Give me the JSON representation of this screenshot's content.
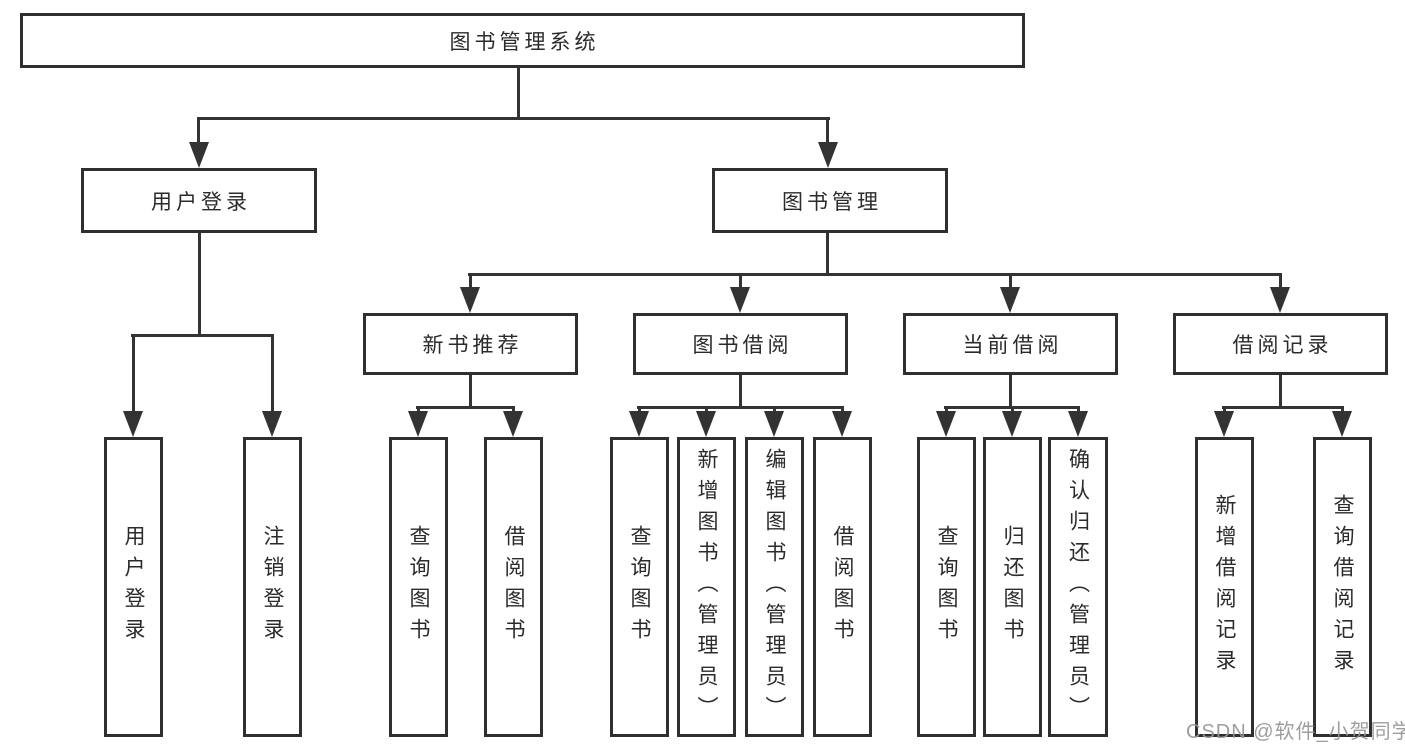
{
  "diagram": {
    "title_node": "图书管理系统",
    "nodes": {
      "root": "图书管理系统",
      "user_login": "用户登录",
      "book_mgmt": "图书管理",
      "new_book_recommend": "新书推荐",
      "book_borrow": "图书借阅",
      "current_borrow": "当前借阅",
      "borrow_record": "借阅记录"
    },
    "leaves": {
      "login": "用户登录",
      "logout": "注销登录",
      "rec_query_book": "查询图书",
      "rec_borrow_book": "借阅图书",
      "bb_query_book": "查询图书",
      "bb_add_book_admin": "新增图书（管理员）",
      "bb_edit_book_admin": "编辑图书（管理员）",
      "bb_borrow_book": "借阅图书",
      "cb_query_book": "查询图书",
      "cb_return_book": "归还图书",
      "cb_confirm_return_admin": "确认归还（管理员）",
      "br_add_record": "新增借阅记录",
      "br_query_record": "查询借阅记录"
    },
    "watermark": "CSDN @软件_小贺同学",
    "colors": {
      "line": "#333333",
      "box_border": "#2f2f2f",
      "text": "#2b2b2b",
      "watermark": "#969696",
      "background": "#ffffff"
    }
  }
}
